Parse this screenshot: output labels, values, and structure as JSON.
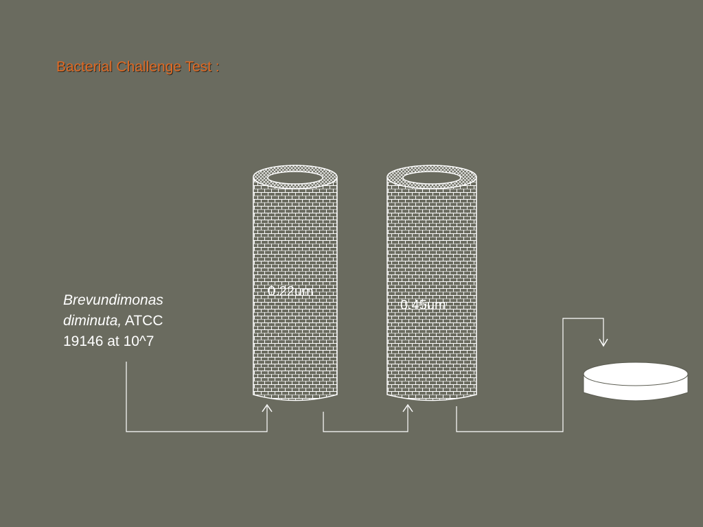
{
  "title": "Bacterial Challenge Test :",
  "organism": {
    "name_italic": "Brevundimonas diminuta,",
    "rest": "ATCC 19146 at 10^7"
  },
  "filters": [
    {
      "label": "0.22um"
    },
    {
      "label": "0.45um"
    }
  ],
  "colors": {
    "background": "#6a6b5f",
    "title": "#e06a24",
    "lines": "#ffffff"
  },
  "icons": {
    "collection_dish": "petri-dish-icon",
    "arrows": "arrow-up-icon"
  }
}
